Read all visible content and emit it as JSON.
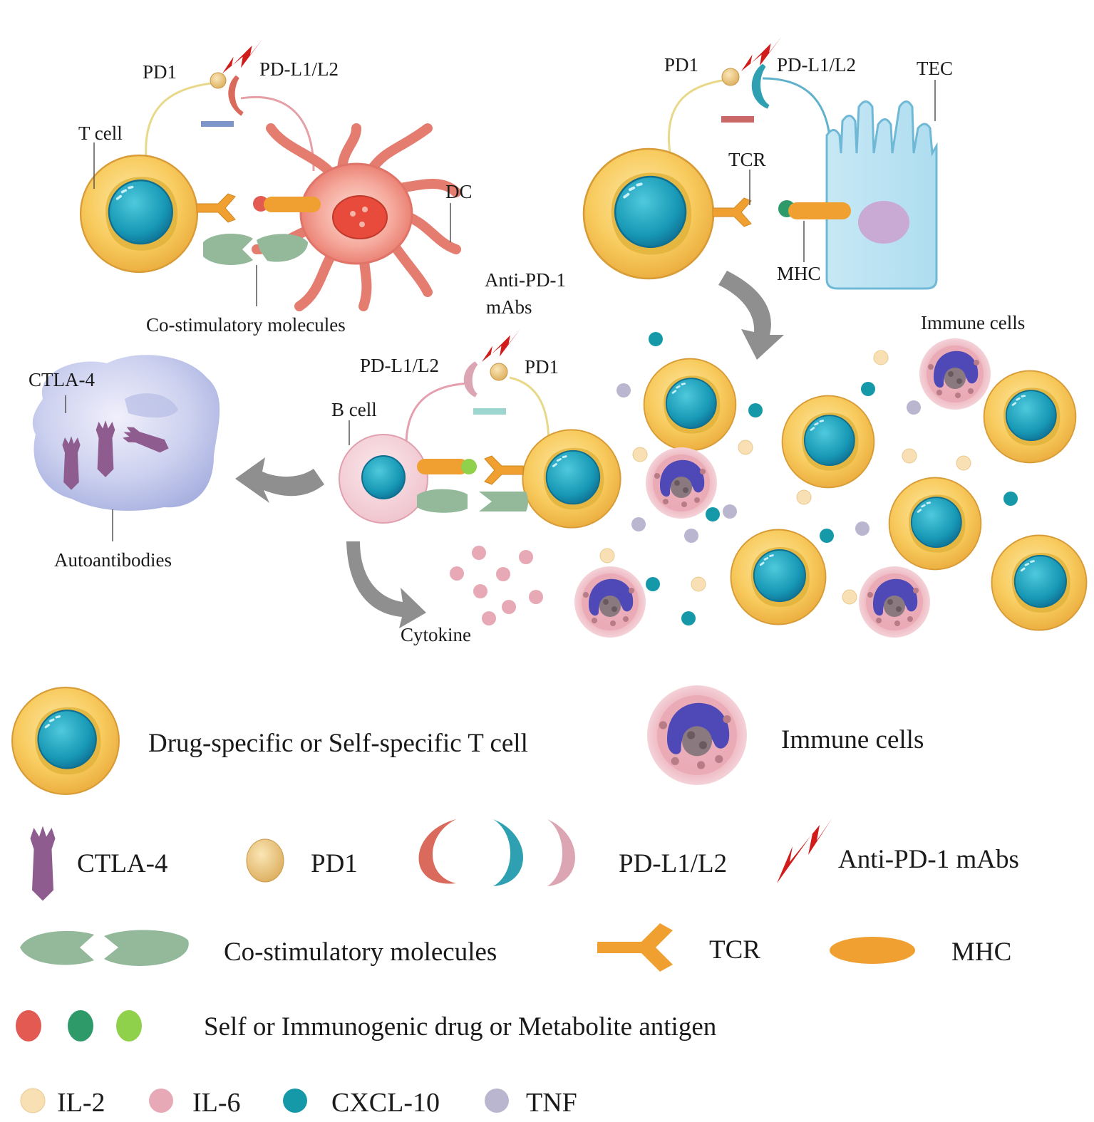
{
  "labels": {
    "panel_dc": {
      "pd1": "PD1",
      "pdl": "PD-L1/L2",
      "tcell": "T cell",
      "dc": "DC",
      "costim": "Co-stimulatory molecules"
    },
    "panel_tec": {
      "pd1": "PD1",
      "pdl": "PD-L1/L2",
      "tec": "TEC",
      "tcr": "TCR",
      "mhc": "MHC"
    },
    "panel_b": {
      "antipd1_line1": "Anti-PD-1",
      "antipd1_line2": "mAbs",
      "pdl": "PD-L1/L2",
      "pd1": "PD1",
      "bcell": "B cell",
      "ctla4": "CTLA-4",
      "autoantibodies": "Autoantibodies",
      "cytokine": "Cytokine"
    },
    "immune_cells": "Immune cells"
  },
  "legend": {
    "tcell": "Drug-specific or Self-specific T cell",
    "immune": "Immune cells",
    "ctla4": "CTLA-4",
    "pd1": "PD1",
    "pdl": "PD-L1/L2",
    "antipd1": "Anti-PD-1 mAbs",
    "costim": "Co-stimulatory molecules",
    "tcr": "TCR",
    "mhc": "MHC",
    "antigen": "Self or Immunogenic drug or Metabolite antigen",
    "il2": "IL-2",
    "il6": "IL-6",
    "cxcl10": "CXCL-10",
    "tnf": "TNF"
  },
  "colors": {
    "tcell_body": "#f5c04f",
    "nucleus": "#1aa5c0",
    "dc_body": "#ee8a80",
    "tec_body": "#bfe5f3",
    "bcell_body": "#f6d3da",
    "pd1": "#efcd85",
    "pdl_red": "#d96a5c",
    "pdl_teal": "#2fa0b2",
    "pdl_pink": "#dca5b3",
    "mab": "#d11c1c",
    "costim": "#93b89a",
    "tcr_mhc": "#f0a030",
    "antigen_red": "#e25a52",
    "antigen_dkgreen": "#2e9a6a",
    "antigen_ltgreen": "#8fd14a",
    "il2": "#f8dfb4",
    "il6": "#e7a9b5",
    "cxcl10": "#1599a8",
    "tnf": "#bbb6cf",
    "ctla4": "#8e5c8e",
    "arrow": "#8f8f8f"
  }
}
